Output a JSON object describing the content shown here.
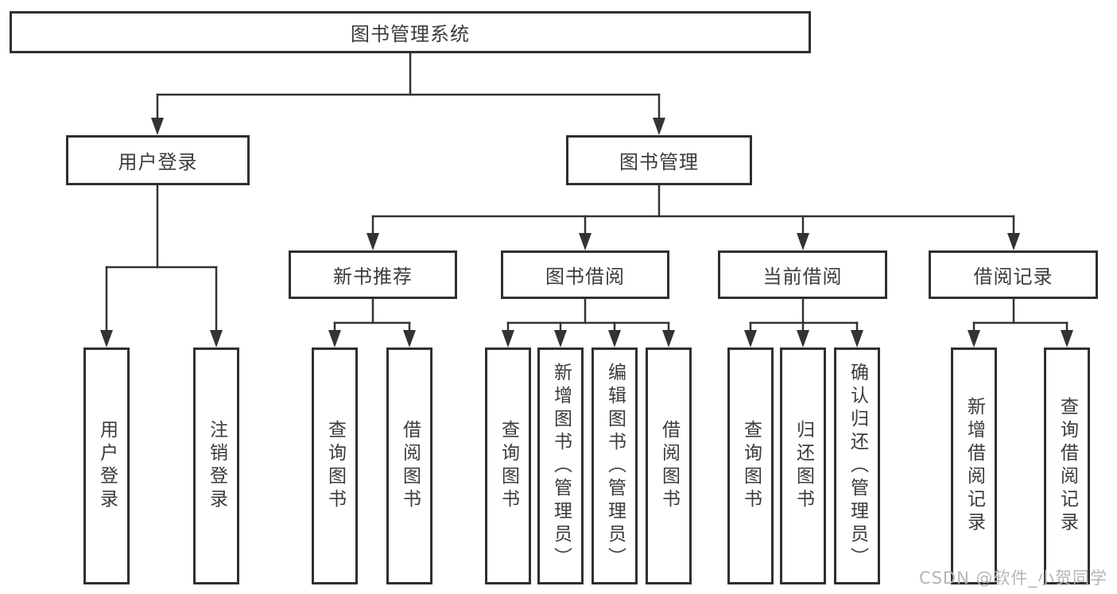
{
  "tree": {
    "root_label": "图书管理系统",
    "children": [
      {
        "label": "用户登录",
        "children": [
          {
            "label": "用户登录"
          },
          {
            "label": "注销登录"
          }
        ]
      },
      {
        "label": "图书管理",
        "children": [
          {
            "label": "新书推荐",
            "children": [
              {
                "label": "查询图书"
              },
              {
                "label": "借阅图书"
              }
            ]
          },
          {
            "label": "图书借阅",
            "children": [
              {
                "label": "查询图书"
              },
              {
                "label": "新增图书（管理员）"
              },
              {
                "label": "编辑图书（管理员）"
              },
              {
                "label": "借阅图书"
              }
            ]
          },
          {
            "label": "当前借阅",
            "children": [
              {
                "label": "查询图书"
              },
              {
                "label": "归还图书"
              },
              {
                "label": "确认归还（管理员）"
              }
            ]
          },
          {
            "label": "借阅记录",
            "children": [
              {
                "label": "新增借阅记录"
              },
              {
                "label": "查询借阅记录"
              }
            ]
          }
        ]
      }
    ]
  },
  "watermark": {
    "text": "CSDN @软件_小贺同学"
  },
  "colors": {
    "line": "#333333",
    "box_border": "#2f2f2f",
    "text": "#3b3b3b",
    "watermark": "#b5b5b5",
    "background": "#ffffff"
  }
}
